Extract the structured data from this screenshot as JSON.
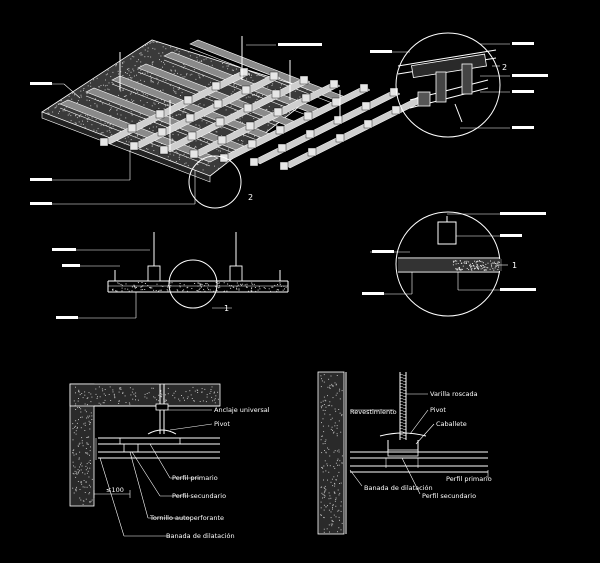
{
  "labels": {
    "anclaje_universal": "Anclaje universal",
    "pivot_left": "Pivot",
    "perfil_primario_left": "Perfil primario",
    "perfil_secundario_left": "Perfil secundario",
    "tornillo": "Tornillo autoperforante",
    "banda_left": "Banada de dilatación",
    "dimension": "≤100",
    "varilla": "Varilla roscada",
    "revestimiento": "Revestimiento",
    "pivot_right": "Pivot",
    "caballete": "Caballete",
    "perfil_primario_right": "Perfil primario",
    "banda_right": "Banada de dilatación",
    "perfil_secundario_right": "Perfil secundario"
  },
  "callouts": {
    "detail_1": "1",
    "detail_2": "2"
  }
}
